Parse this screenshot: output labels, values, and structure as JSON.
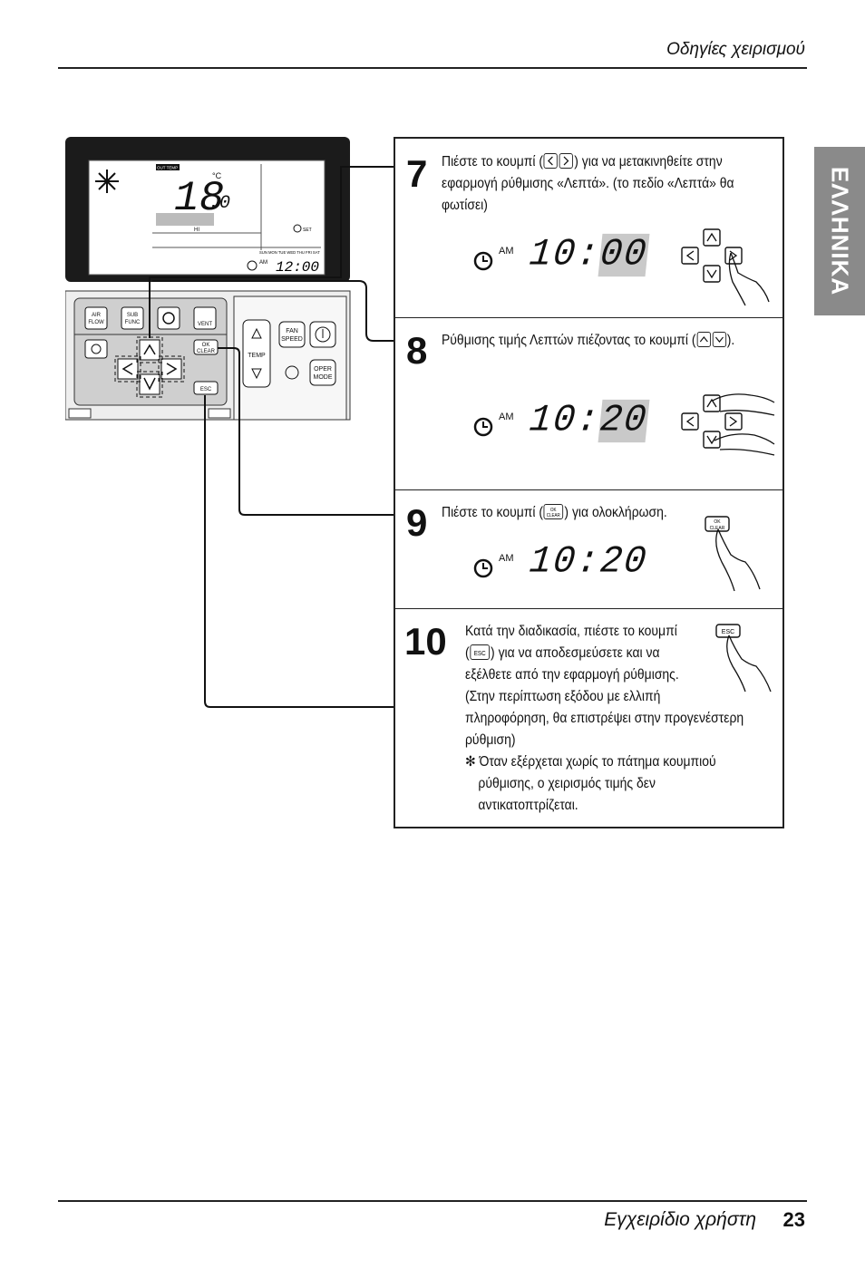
{
  "header": {
    "title": "Οδηγίες χειρισμού"
  },
  "language_tab": "ΕΛΛΗΝΙΚΑ",
  "remote": {
    "lcd_temp": "18",
    "lcd_temp_decimal": ".0",
    "lcd_unit": "°C",
    "lcd_out_temp_label": "OUT TEMP",
    "lcd_fan_label": "HI",
    "lcd_set_label": "SET",
    "lcd_days": "SUN MON TUE WED THU FRI SAT",
    "lcd_am": "AM",
    "lcd_time": "12:00",
    "buttons": {
      "air_flow": "AIR FLOW",
      "sub_func": "SUB FUNC",
      "vent": "VENT",
      "ok_clear": "OK CLEAR",
      "esc": "ESC",
      "fan_speed": "FAN SPEED",
      "temp": "TEMP",
      "oper_mode": "OPER MODE"
    }
  },
  "steps": [
    {
      "number": "7",
      "text_a": "Πιέστε το κουμπί (",
      "text_b": ") για να μετακινηθείτε στην εφαρμογή ρύθμισης «Λεπτά». (το πεδίο «Λεπτά» θα φωτίσει)",
      "am": "AM",
      "time_hours": "10:",
      "time_minutes": "00"
    },
    {
      "number": "8",
      "text_a": "Ρύθμισης τιμής Λεπτών πιέζοντας το κουμπί (",
      "text_b": ").",
      "am": "AM",
      "time_hours": "10:",
      "time_minutes": "20"
    },
    {
      "number": "9",
      "text_a": "Πιέστε το κουμπί (",
      "text_b": ") για ολοκλήρωση.",
      "am": "AM",
      "time": "10:20"
    },
    {
      "number": "10",
      "line1": "Κατά την διαδικασία, πιέστε το κουμπί",
      "line2a": "(",
      "line2b": ") για να αποδεσμεύσετε και να",
      "line3": "εξέλθετε από την εφαρμογή ρύθμισης.",
      "line4": "(Στην περίπτωση εξόδου με ελλιπή",
      "line5": "πληροφόρηση, θα επιστρέψει στην προγενέστερη",
      "line6": "ρύθμιση)",
      "note1": "✻ Όταν εξέρχεται χωρίς το πάτημα κουμπιού",
      "note2": "ρύθμισης, ο χειρισμός τιμής δεν",
      "note3": "αντικατοπτρίζεται."
    }
  ],
  "footer": {
    "title": "Εγχειρίδιο χρήστη",
    "page": "23"
  }
}
